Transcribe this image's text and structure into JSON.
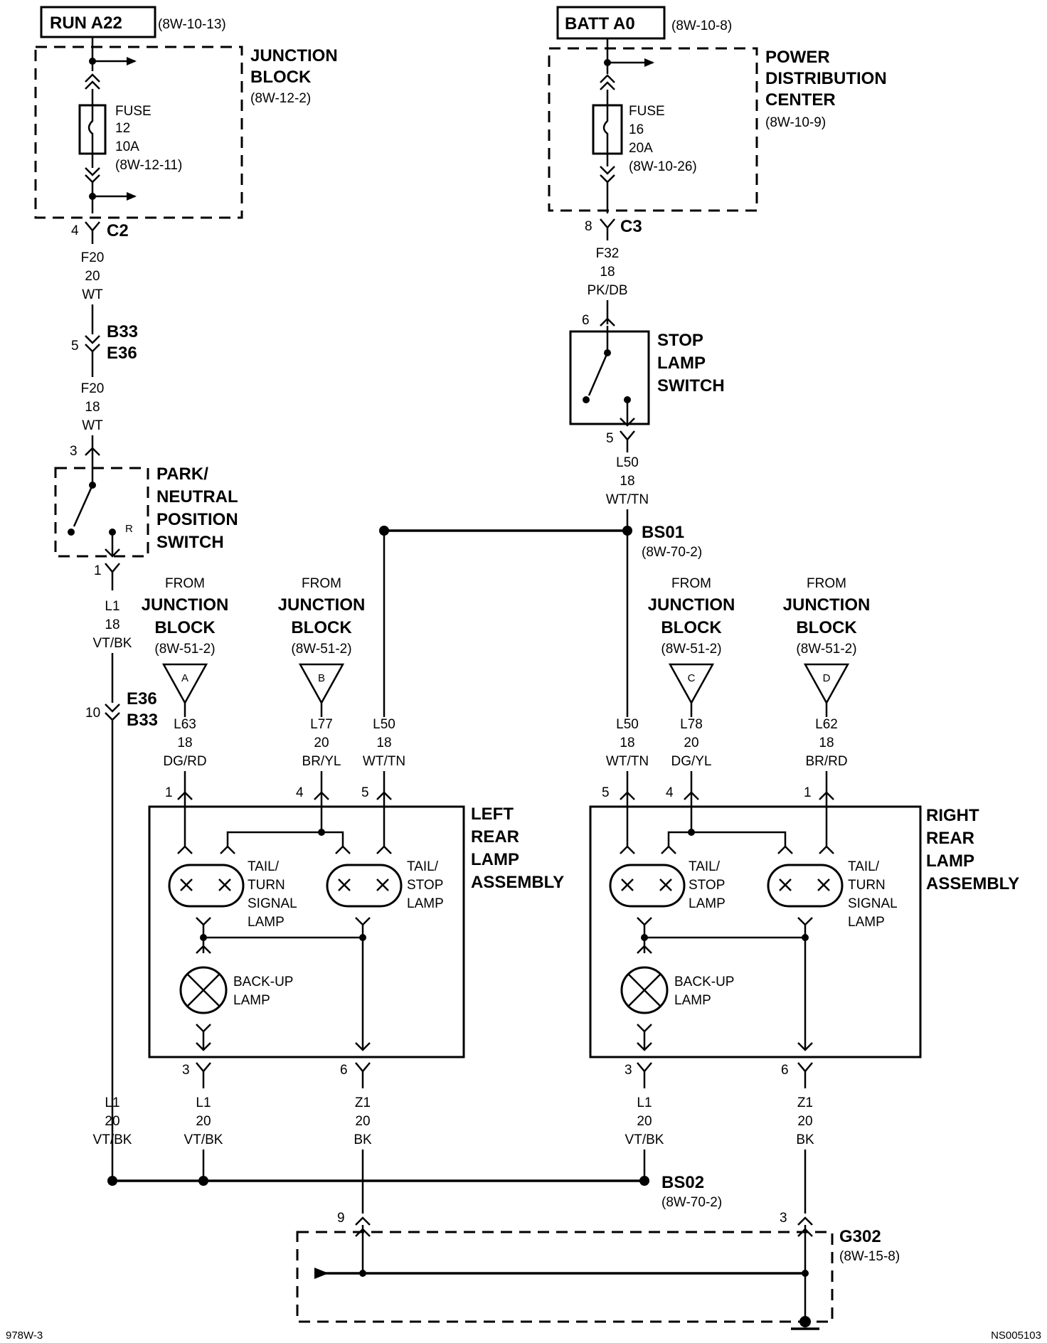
{
  "power_run": {
    "label": "RUN A22",
    "ref": "(8W-10-13)"
  },
  "power_batt": {
    "label": "BATT A0",
    "ref": "(8W-10-8)"
  },
  "junction_block": {
    "title": [
      "JUNCTION",
      "BLOCK"
    ],
    "ref": "(8W-12-2)",
    "fuse": [
      "FUSE",
      "12",
      "10A",
      "(8W-12-11)"
    ],
    "connector": "C2",
    "pin": "4"
  },
  "pdc": {
    "title": [
      "POWER",
      "DISTRIBUTION",
      "CENTER"
    ],
    "ref": "(8W-10-9)",
    "fuse": [
      "FUSE",
      "16",
      "20A",
      "(8W-10-26)"
    ],
    "connector": "C3",
    "pin": "8"
  },
  "wire_f20_a": [
    "F20",
    "20",
    "WT"
  ],
  "inline_b33": {
    "pin": "5",
    "names": [
      "B33",
      "E36"
    ]
  },
  "wire_f20_b": [
    "F20",
    "18",
    "WT"
  ],
  "pn_switch": {
    "title": [
      "PARK/",
      "NEUTRAL",
      "POSITION",
      "SWITCH"
    ],
    "pin_in": "3",
    "pin_out": "1",
    "r_label": "R"
  },
  "wire_l1_a": [
    "L1",
    "18",
    "VT/BK"
  ],
  "inline_e36": {
    "pin": "10",
    "names": [
      "E36",
      "B33"
    ]
  },
  "wire_f32": [
    "F32",
    "18",
    "PK/DB"
  ],
  "stop_switch": {
    "title": [
      "STOP",
      "LAMP",
      "SWITCH"
    ],
    "pin_in": "6",
    "pin_out": "5"
  },
  "wire_l50_a": [
    "L50",
    "18",
    "WT/TN"
  ],
  "bs01": {
    "label": "BS01",
    "ref": "(8W-70-2)"
  },
  "from_jb": [
    {
      "from": "FROM",
      "title": [
        "JUNCTION",
        "BLOCK"
      ],
      "ref": "(8W-51-2)",
      "letter": "A",
      "wire": [
        "L63",
        "18",
        "DG/RD"
      ]
    },
    {
      "from": "FROM",
      "title": [
        "JUNCTION",
        "BLOCK"
      ],
      "ref": "(8W-51-2)",
      "letter": "B",
      "wire": [
        "L77",
        "20",
        "BR/YL"
      ]
    },
    {
      "from": "FROM",
      "title": [
        "JUNCTION",
        "BLOCK"
      ],
      "ref": "(8W-51-2)",
      "letter": "C",
      "wire": [
        "L78",
        "20",
        "DG/YL"
      ]
    },
    {
      "from": "FROM",
      "title": [
        "JUNCTION",
        "BLOCK"
      ],
      "ref": "(8W-51-2)",
      "letter": "D",
      "wire": [
        "L62",
        "18",
        "BR/RD"
      ]
    }
  ],
  "wire_l50_left": [
    "L50",
    "18",
    "WT/TN"
  ],
  "wire_l50_right": [
    "L50",
    "18",
    "WT/TN"
  ],
  "left_assembly": {
    "title": [
      "LEFT",
      "REAR",
      "LAMP",
      "ASSEMBLY"
    ],
    "pins": [
      "1",
      "4",
      "5",
      "3",
      "6"
    ],
    "lamp1": [
      "TAIL/",
      "TURN",
      "SIGNAL",
      "LAMP"
    ],
    "lamp2": [
      "TAIL/",
      "STOP",
      "LAMP"
    ],
    "backup": [
      "BACK-UP",
      "LAMP"
    ]
  },
  "right_assembly": {
    "title": [
      "RIGHT",
      "REAR",
      "LAMP",
      "ASSEMBLY"
    ],
    "pins": [
      "5",
      "4",
      "1",
      "3",
      "6"
    ],
    "lamp1": [
      "TAIL/",
      "STOP",
      "LAMP"
    ],
    "lamp2": [
      "TAIL/",
      "TURN",
      "SIGNAL",
      "LAMP"
    ],
    "backup": [
      "BACK-UP",
      "LAMP"
    ]
  },
  "wire_l1_b": [
    "L1",
    "20",
    "VT/BK"
  ],
  "wire_l1_c": [
    "L1",
    "20",
    "VT/BK"
  ],
  "wire_z1_left": [
    "Z1",
    "20",
    "BK"
  ],
  "wire_l1_right": [
    "L1",
    "20",
    "VT/BK"
  ],
  "wire_z1_right": [
    "Z1",
    "20",
    "BK"
  ],
  "bs02": {
    "label": "BS02",
    "ref": "(8W-70-2)"
  },
  "g302": {
    "label": "G302",
    "ref": "(8W-15-8)",
    "pins": [
      "9",
      "3"
    ]
  },
  "footer": {
    "left": "978W-3",
    "right": "NS005103"
  }
}
